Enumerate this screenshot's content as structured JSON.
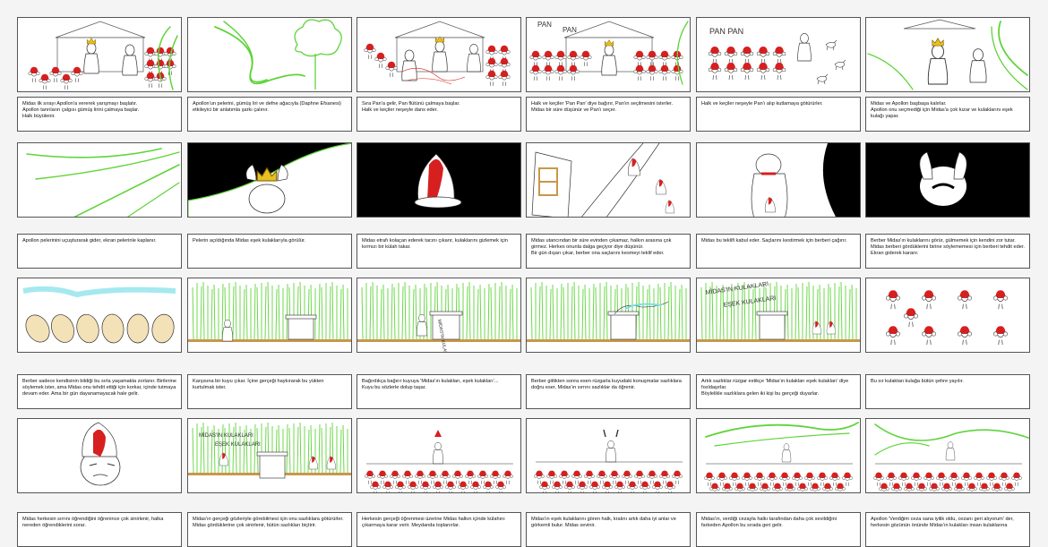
{
  "title": "Midas storyboard",
  "labels": {
    "pan_pan": "PAN PAN",
    "pan": "PAN",
    "midasin_kulaklari": "MİDAS'IN KULAKLARI",
    "esek_kulaklari": "EŞEK KULAKLARI"
  },
  "colors": {
    "background": "#f4f4f4",
    "border": "#555555",
    "green": "#5fd43a",
    "red": "#d62020",
    "gold": "#e8c020",
    "black": "#000000"
  },
  "rows": [
    [
      {
        "caption": "Midas ilk sırayı Apollon'a vererek yarışmayı başlatır.\nApollon tanrıların çalgısı gümüş lirini çalmaya başlar.\nHalk büyülenir.",
        "scene": "throne-crowd",
        "dark": false
      },
      {
        "caption": "Apollon'un pelerini, gümüş liri ve defne ağacıyla (Daphne Efsanesi) etkileyici bir anlatımla şarkı çalınır.",
        "scene": "swirl-tree",
        "dark": false
      },
      {
        "caption": "Sıra Pan'a gelir, Pan flütünü çalmaya başlar.\nHalk ve keçiler neşeyle dans eder.",
        "scene": "pan-crowd",
        "dark": false
      },
      {
        "caption": "Halk ve keçiler 'Pan Pan' diye bağırır, Pan'ın seçilmesini isterler. Midas bir süre düşünür ve Pan'ı seçer.",
        "scene": "crowd-cheer",
        "dark": false
      },
      {
        "caption": "Halk ve keçiler neşeyle Pan'ı alıp kutlamaya götürürler.",
        "scene": "celebrate",
        "dark": false
      },
      {
        "caption": "Midas ve Apollon başbaşa kalırlar.\nApollon onu seçmediği için Midas'a çok kızar ve kulaklarını eşek kulağı yapar.",
        "scene": "apollon-angry",
        "dark": false
      }
    ],
    [
      {
        "caption": "Apollon pelerinini uçuşturarak gider, ekran pelerinle kaplanır.",
        "scene": "cape-lines",
        "dark": false
      },
      {
        "caption": "Pelerin açıldığında Midas eşek kulaklarıyla görülür.",
        "scene": "midas-reveal",
        "dark": true
      },
      {
        "caption": "Midas etrafı kolaçan ederek tacını çıkarır, kulaklarını gizlemek için kırmızı bir külah takar.",
        "scene": "red-hat",
        "dark": true
      },
      {
        "caption": "Midas utancından bir süre evinden çıkamaz, halkın arasına çok girmez. Herkes onunla dalga geçiyor diye düşünür.\nBir gün dışarı çıkar, berber ona saçlarını kesmeyi teklif eder.",
        "scene": "house",
        "dark": false
      },
      {
        "caption": "Midas bu teklifi kabul eder. Saçlarını kestirmek için berberi çağırır.",
        "scene": "barber",
        "dark": false
      },
      {
        "caption": "Berber Midas'ın kulaklarını görür, gülmemek için kendini zor tutar. Midas berberi gördüklerini birine söylememesi için berberi tehdit eder.\nEkran giderek kararır.",
        "scene": "ears-dark",
        "dark": false
      }
    ],
    [
      {
        "caption": "Berber sadece kendisinin bildiği bu sırla yaşamakta zorlanır. Birilerine söylemek ister, ama Midas onu tehdit ettiği için korkar, içinde tutmaya devam eder. Ama bir gün dayanamayacak hale gelir.",
        "scene": "sleepers",
        "dark": false
      },
      {
        "caption": "Karşısına bir kuyu çıkar. İçine gerçeği haykırarak bu yükten kurtulmak ister.",
        "scene": "reeds-well",
        "dark": false
      },
      {
        "caption": "Bağırdıkça bağırır kuyuya 'Midas'ın kulakları, eşek kulakları'...\nKuyu bu sözlerle dolup taşar.",
        "scene": "reeds-shout",
        "dark": false
      },
      {
        "caption": "Berber gittikten sonra esen rüzgarla kuyudaki konuşmalar sazlıklara doğru eser, Midas'ın sırrını sazlıklar da öğrenir.",
        "scene": "reeds-wind",
        "dark": false
      },
      {
        "caption": "Artık sazlıklar rüzgar estikçe 'Midas'ın kulakları eşek kulakları' diye fısıldaşırlar.\nBöylelikle sazlıklara gelen iki kişi bu gerçeği duyarlar.",
        "scene": "reeds-whisper",
        "dark": false
      },
      {
        "caption": "Bu sır kulaktan kulağa bütün şehre yayılır.",
        "scene": "spread",
        "dark": false
      }
    ],
    [
      {
        "caption": "Midas herkesin sırrını öğrendiğini öğrenince çok sinirlenir, halka nereden öğrendiklerini sorar.",
        "scene": "midas-angry",
        "dark": false
      },
      {
        "caption": "Midas'ın gerçeği gözleriyle görebilmesi için onu sazlıklara götürürler. Midas gördüklerine çok sinirlenir, bütün sazlıkları biçtirir.",
        "scene": "reeds-crowd",
        "dark": false
      },
      {
        "caption": "Herkesin gerçeği öğrenmesi üzerine Midas halkın içinde külahını çıkarmaya karar verir. Meydanda toplanırlar.",
        "scene": "square",
        "dark": false
      },
      {
        "caption": "Midas'ın eşek kulaklarını gören halk, kralını artık daha iyi anlar ve görkemli bulur. Midas sevinir.",
        "scene": "square-ears",
        "dark": false
      },
      {
        "caption": "Midas'ın, verdiği cezayla halkı tarafından daha çok sevildiğini farkeden Apollon bu sırada geri gelir.",
        "scene": "apollon-return",
        "dark": false
      },
      {
        "caption": "Apollon 'Verdiğim ceza sana iyilik oldu, cezanı geri alıyorum' der, herkesin gözünün önünde Midas'ın kulakları insan kulaklarına",
        "scene": "final",
        "dark": false
      }
    ]
  ]
}
